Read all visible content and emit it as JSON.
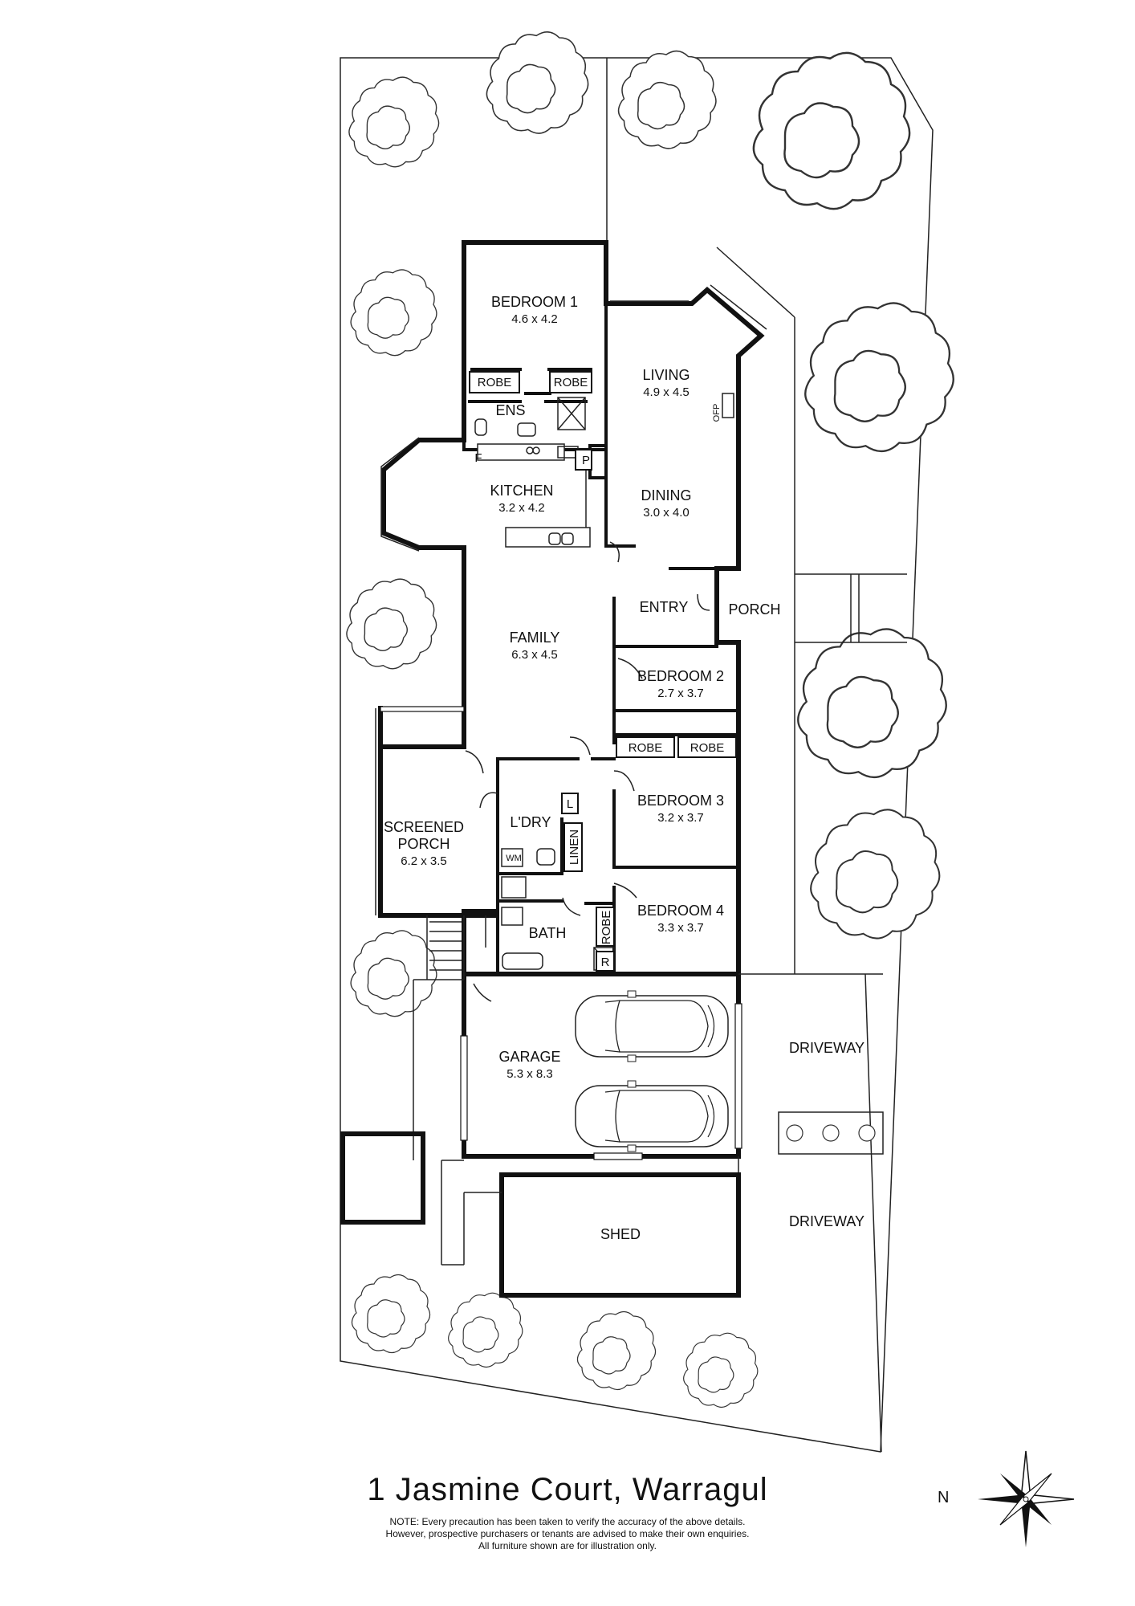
{
  "address": "1 Jasmine Court, Warragul",
  "note": [
    "NOTE: Every precaution has been taken to verify the accuracy of the above details.",
    "However, prospective purchasers or tenants are advised to make their own enquiries.",
    "All furniture shown are for illustration only."
  ],
  "compass": {
    "label": "N"
  },
  "rooms": {
    "bedroom1": {
      "name": "BEDROOM 1",
      "dims": "4.6 x 4.2"
    },
    "living": {
      "name": "LIVING",
      "dims": "4.9 x 4.5"
    },
    "dining": {
      "name": "DINING",
      "dims": "3.0 x 4.0"
    },
    "kitchen": {
      "name": "KITCHEN",
      "dims": "3.2 x 4.2"
    },
    "family": {
      "name": "FAMILY",
      "dims": "6.3 x 4.5"
    },
    "bedroom2": {
      "name": "BEDROOM 2",
      "dims": "2.7 x 3.7"
    },
    "bedroom3": {
      "name": "BEDROOM 3",
      "dims": "3.2 x 3.7"
    },
    "bedroom4": {
      "name": "BEDROOM 4",
      "dims": "3.3 x 3.7"
    },
    "screened_porch": {
      "name1": "SCREENED",
      "name2": "PORCH",
      "dims": "6.2 x 3.5"
    },
    "garage": {
      "name": "GARAGE",
      "dims": "5.3 x 8.3"
    }
  },
  "labels": {
    "robe": "ROBE",
    "ens": "ENS",
    "f": "F",
    "p": "P",
    "ofp": "OFP",
    "entry": "ENTRY",
    "porch": "PORCH",
    "laundry": "L'DRY",
    "l": "L",
    "linen": "LINEN",
    "wm": "WM",
    "bath": "BATH",
    "r": "R",
    "driveway": "DRIVEWAY",
    "shed": "SHED"
  }
}
